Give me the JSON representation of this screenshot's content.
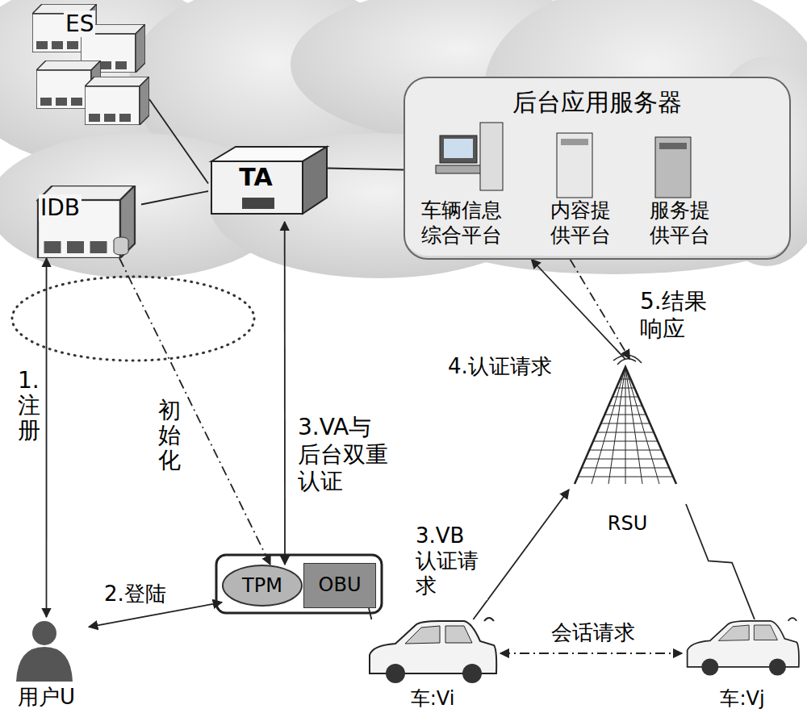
{
  "diagram": {
    "nodes": [
      {
        "text": [
          "ES"
        ]
      },
      {
        "text": [
          "IDB"
        ]
      },
      {
        "text": [
          "TA"
        ]
      },
      {
        "text": [
          "后台应用服务器"
        ]
      },
      {
        "text": [
          "车辆信息综合平台"
        ],
        "in": 3
      },
      {
        "text": [
          "内容提供平台"
        ],
        "in": 3
      },
      {
        "text": [
          "服务提供平台"
        ],
        "in": 3
      },
      {
        "text": [
          "用户U"
        ]
      },
      {
        "text": [
          "TPM"
        ]
      },
      {
        "text": [
          "OBU"
        ]
      },
      {
        "text": [
          "车:Vi"
        ]
      },
      {
        "text": [
          "车:Vj"
        ]
      },
      {
        "text": [
          "RSU"
        ]
      }
    ],
    "edges": [
      {
        "from": 7,
        "to": 1,
        "arrow": "both",
        "label": "1. 注册"
      },
      {
        "from": 1,
        "to": 8,
        "arrow": "to",
        "label": "初始化"
      },
      {
        "from": 8,
        "to": 2,
        "arrow": "both",
        "label": "3.VA与后台双重认证"
      },
      {
        "from": 7,
        "to": 8,
        "arrow": "both",
        "label": "2.登陆"
      },
      {
        "from": 10,
        "to": 12,
        "arrow": "to",
        "label": "3.VB认证请求"
      },
      {
        "from": 12,
        "to": 3,
        "arrow": "to",
        "label": "4.认证请求"
      },
      {
        "from": 3,
        "to": 12,
        "arrow": "to",
        "label": "5.结果响应"
      },
      {
        "from": 10,
        "to": 11,
        "arrow": "both",
        "label": "会话请求"
      },
      {
        "from": 12,
        "to": 11,
        "arrow": "none"
      },
      {
        "from": 0,
        "to": 2,
        "arrow": "none"
      },
      {
        "from": 1,
        "to": 2,
        "arrow": "none"
      },
      {
        "from": 2,
        "to": 3,
        "arrow": "none"
      },
      {
        "from": 9,
        "to": 10,
        "arrow": "none"
      }
    ]
  }
}
